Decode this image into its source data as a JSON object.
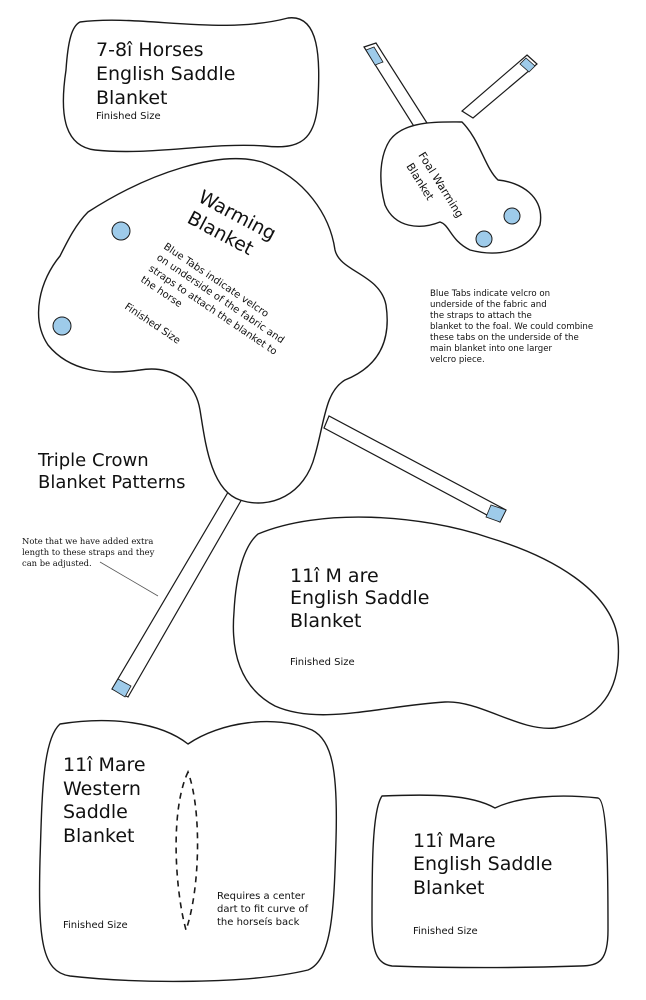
{
  "colors": {
    "tab_blue": "#9ecbea",
    "outline": "#1a1a1a"
  },
  "top_left": {
    "title": [
      "7-8î Horses",
      "English Saddle",
      "Blanket"
    ],
    "finished": "Finished Size"
  },
  "foal": {
    "title": [
      "Foal Warming",
      "Blanket"
    ]
  },
  "foal_note": [
    "Blue Tabs indicate velcro on",
    "underside of the fabric and",
    "the straps to attach the",
    "blanket to the foal. We could combine",
    "these tabs on the underside of the",
    "main blanket into one larger",
    "velcro piece."
  ],
  "warming": {
    "title": [
      "Warming",
      "Blanket"
    ],
    "note": [
      "Blue Tabs indicate velcro",
      "on underside of the fabric and",
      "straps to attach the blanket to",
      "the horse"
    ],
    "finished": "Finished Size"
  },
  "triple_crown": [
    "Triple Crown",
    "Blanket Patterns"
  ],
  "strap_note": [
    "Note that we have added extra",
    "length to these straps and they",
    "can be adjusted."
  ],
  "mare_english_1": {
    "title": [
      "11î M are",
      "English Saddle",
      "Blanket"
    ],
    "finished": "Finished Size"
  },
  "mare_western": {
    "title": [
      "11î Mare",
      "Western",
      "Saddle",
      "Blanket"
    ],
    "finished": "Finished Size",
    "dart_note": [
      "Requires a center",
      "dart to fit curve of",
      "the horseís back"
    ]
  },
  "mare_english_2": {
    "title": [
      "11î Mare",
      "English Saddle",
      "Blanket"
    ],
    "finished": "Finished Size"
  }
}
